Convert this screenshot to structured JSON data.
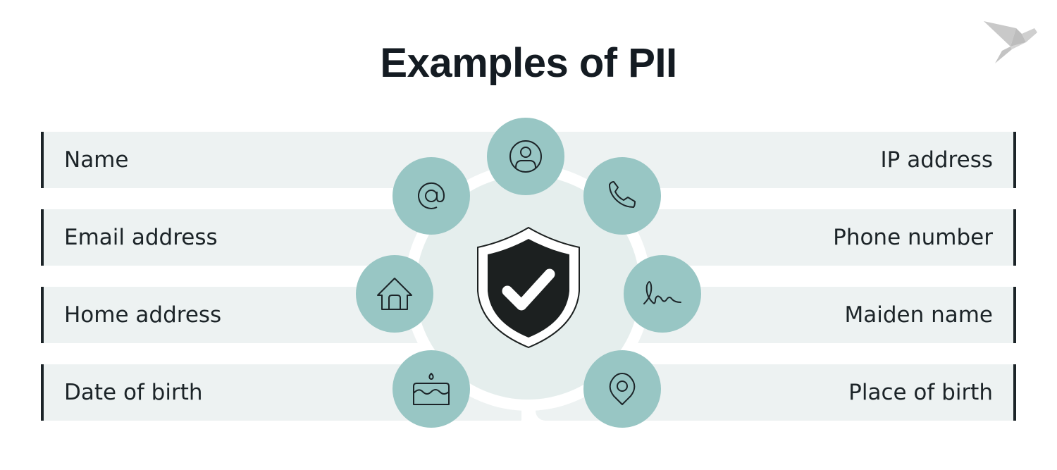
{
  "header": {
    "title": "Examples of PII",
    "logo_icon": "origami-bird-logo-icon"
  },
  "left_items": [
    {
      "label": "Name",
      "icon": "user-circle-icon"
    },
    {
      "label": "Email address",
      "icon": "at-sign-icon"
    },
    {
      "label": "Home address",
      "icon": "house-icon"
    },
    {
      "label": "Date of birth",
      "icon": "birthday-cake-icon"
    }
  ],
  "right_items": [
    {
      "label": "IP address",
      "icon": "user-circle-icon"
    },
    {
      "label": "Phone number",
      "icon": "phone-icon"
    },
    {
      "label": "Maiden name",
      "icon": "signature-icon"
    },
    {
      "label": "Place of birth",
      "icon": "map-pin-icon"
    }
  ],
  "center": {
    "icon": "shield-check-icon"
  },
  "colors": {
    "row_background": "#edf2f2",
    "row_accent_bar": "#1c2428",
    "icon_circle": "#98c6c4",
    "hub": "#e5eeed",
    "shield": "#1c2020",
    "title": "#141b22",
    "logo": "#c8c8c8"
  }
}
